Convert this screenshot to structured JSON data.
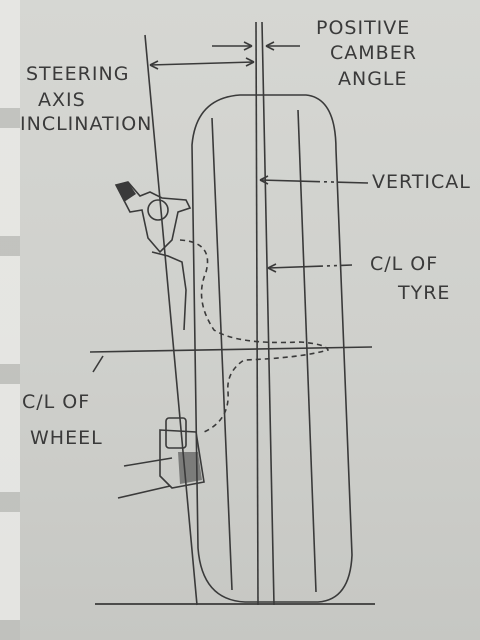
{
  "labels": {
    "camber_line1": "POSITIVE",
    "camber_line2": "CAMBER",
    "camber_line3": "ANGLE",
    "sai_line1": "STEERING",
    "sai_line2": "AXIS",
    "sai_line3": "INCLINATION",
    "vertical": "VERTICAL",
    "cl_tyre_line1": "C/L OF",
    "cl_tyre_line2": "TYRE",
    "cl_wheel_line1": "C/L OF",
    "cl_wheel_line2": "WHEEL"
  }
}
